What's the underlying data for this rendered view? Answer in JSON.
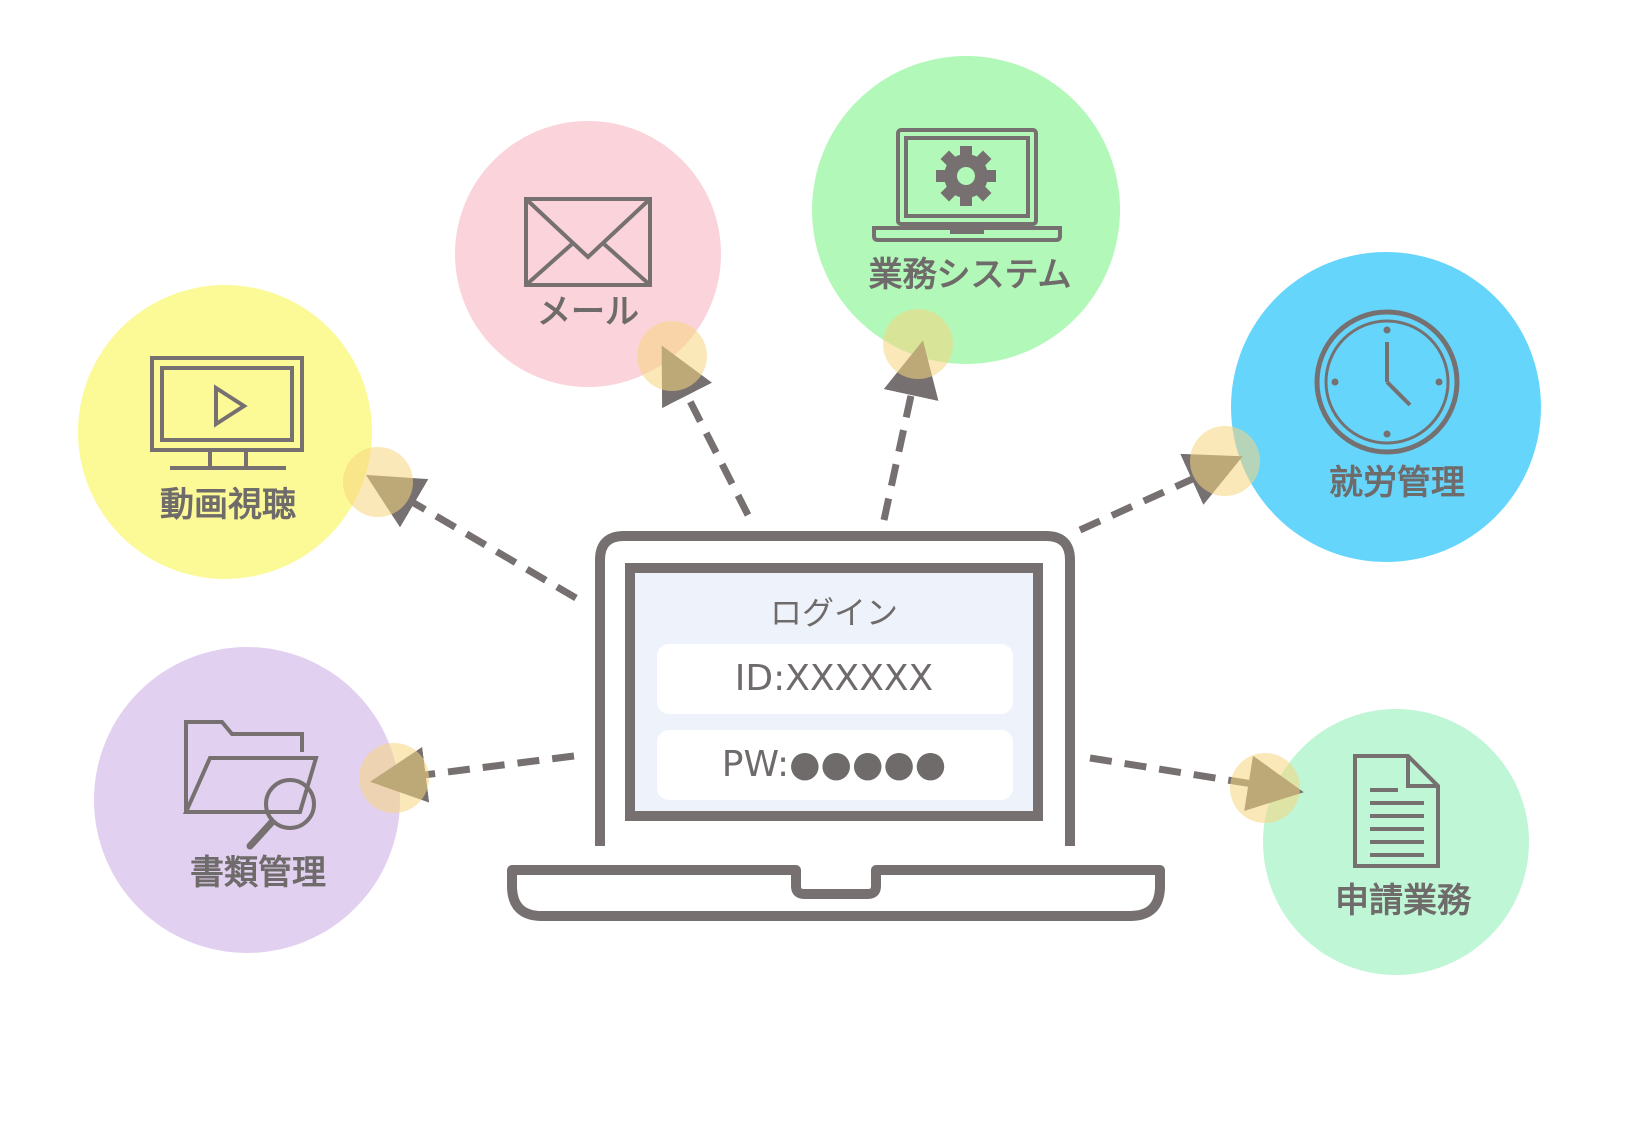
{
  "login": {
    "title": "ログイン",
    "id_text": "ID:XXXXXX",
    "pw_text": "PW:●●●●●"
  },
  "nodes": {
    "video": {
      "label": "動画視聴",
      "color": "#fbfa97",
      "icon": "monitor-play-icon"
    },
    "mail": {
      "label": "メール",
      "color": "#fbd3db",
      "icon": "envelope-icon"
    },
    "business_system": {
      "label": "業務システム",
      "color": "#b2f8b8",
      "icon": "laptop-gear-icon"
    },
    "attendance": {
      "label": "就労管理",
      "color": "#66d5fc",
      "icon": "clock-icon"
    },
    "documents": {
      "label": "書類管理",
      "color": "#e2d0f1",
      "icon": "folder-search-icon"
    },
    "application": {
      "label": "申請業務",
      "color": "#bff6d6",
      "icon": "document-icon"
    }
  },
  "colors": {
    "line": "#767170",
    "screen_bg": "#eef3fb",
    "field_bg": "#ffffff",
    "dot": "#f8d67f"
  }
}
